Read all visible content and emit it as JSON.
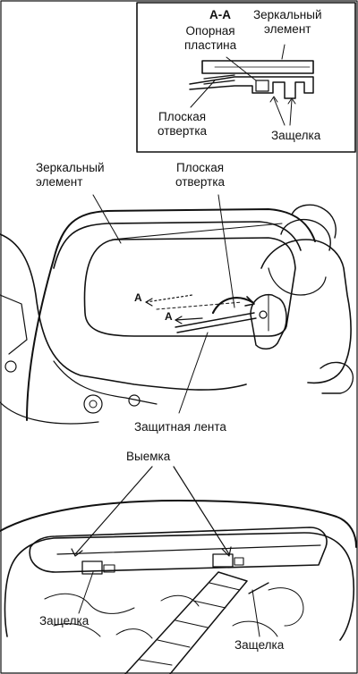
{
  "inset": {
    "section_title": "A-A",
    "mirror_element_label": "Зеркальный\nэлемент",
    "support_plate_label": "Опорная\nпластина",
    "flat_screwdriver_label": "Плоская\nотвертка",
    "latch_label": "Защелка"
  },
  "middle": {
    "mirror_element_label": "Зеркальный\nэлемент",
    "flat_screwdriver_label": "Плоская\nотвертка",
    "section_marker_upper": "A",
    "section_marker_lower": "A",
    "protective_tape_label": "Защитная лента"
  },
  "bottom": {
    "notch_label": "Выемка",
    "latch_left_label": "Защелка",
    "latch_right_label": "Защелка"
  },
  "colors": {
    "ink": "#111111",
    "paper": "#ffffff"
  }
}
